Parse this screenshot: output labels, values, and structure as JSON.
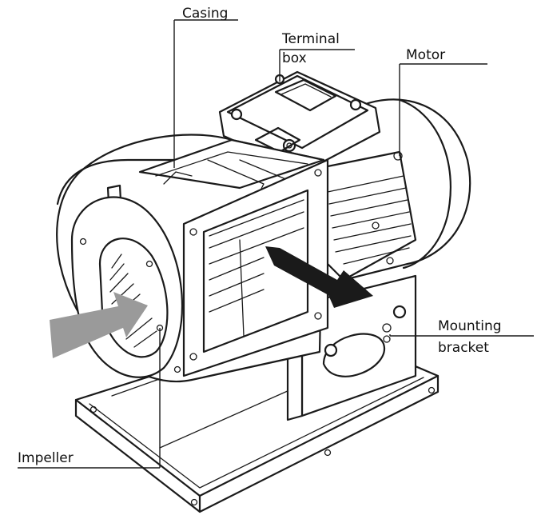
{
  "labels": {
    "casing": "Casing",
    "terminal_box_line1": "Terminal",
    "terminal_box_line2": "box",
    "motor": "Motor",
    "mounting_bracket_line1": "Mounting",
    "mounting_bracket_line2": "bracket",
    "impeller": "Impeller"
  },
  "colors": {
    "line": "#1a1a1a",
    "inlet_arrow": "#9a9a9a",
    "outlet_arrow": "#1a1a1a",
    "background": "#ffffff"
  },
  "icons": [
    "inlet-arrow",
    "outlet-arrow"
  ]
}
